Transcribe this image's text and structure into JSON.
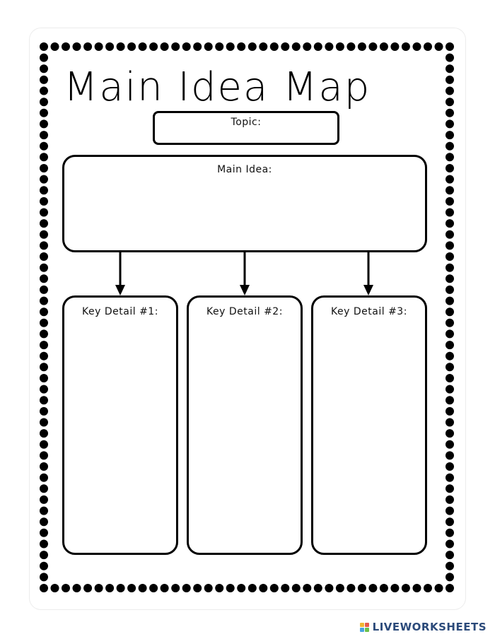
{
  "worksheet": {
    "title": "Main Idea Map",
    "topic_label": "Topic:",
    "main_idea_label": "Main Idea:",
    "key_details": [
      "Key Detail #1:",
      "Key Detail #2:",
      "Key Detail #3:"
    ]
  },
  "footer": {
    "brand": "LIVEWORKSHEETS",
    "brand_icon": "liveworksheets-logo-icon",
    "brand_color": "#2b4a7a"
  },
  "colors": {
    "ink": "#000000",
    "paper": "#ffffff"
  }
}
